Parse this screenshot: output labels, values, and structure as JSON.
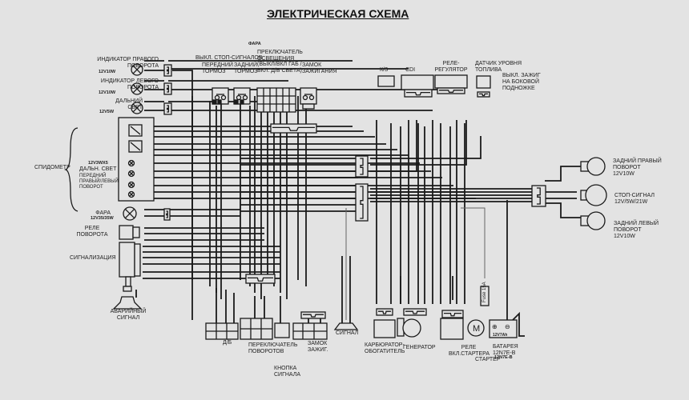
{
  "title": "ЭЛЕКТРИЧЕСКАЯ СХЕМА",
  "colors": {
    "background": "#e3e3e3",
    "wire": "#1a1a1a",
    "wire_thin": "#555555"
  },
  "components": {
    "right_turn_indicator": {
      "label": "ИНДИКАТОР ПРАВОГО\nПОВОРОТА",
      "rating": "12V10W",
      "icon": "lamp-icon"
    },
    "left_turn_indicator": {
      "label": "ИНДИКАТОР ЛЕВОГО\nПОВОРОТА",
      "rating": "12V10W",
      "icon": "lamp-icon"
    },
    "high_beam": {
      "label": "ДАЛЬНИЙ\nСВЕТ",
      "rating": "12V5W",
      "icon": "lamp-icon"
    },
    "speedometer": {
      "label": "СПИДОМЕТР",
      "rating": "12V3Wx5",
      "sub1": "ДАЛЬН. СВЕТ",
      "sub2": "ПЕРЕДНИЙ\nПРАВЫЙ/ЛЕВЫЙ\nПОВОРОТ"
    },
    "headlight": {
      "label": "ФАРА",
      "rating": "12V35/35W",
      "icon": "lamp-icon"
    },
    "turn_relay": {
      "label": "РЕЛЕ\nПОВОРОТА"
    },
    "alarm": {
      "label": "СИГНАЛИЗАЦИЯ"
    },
    "alarm_siren": {
      "label": "АВАРИЙНЫЙ\nСИГНАЛ",
      "icon": "siren-icon"
    },
    "stop_switches": {
      "label": "ВЫКЛ. СТОП-СИГНАЛОВ"
    },
    "front_brake": {
      "label": "ПЕРЕДНИЙ\nТОРМОЗ",
      "icon": "switch-icon"
    },
    "rear_brake": {
      "label": "ЗАДНИЙ\nТОРМОЗ",
      "icon": "switch-icon"
    },
    "headlamp_top": {
      "label": "ФАРА"
    },
    "light_switch": {
      "label": "ПРЕКЛЮЧАТЕЛЬ\nОСВЕЩЕНИЯ\n(ВЫКЛ/ВКЛ ГАБ /\nВКЛ. Д/Б СВЕТА)"
    },
    "ignition_lock_top": {
      "label": "ЗАМОК\nЗАЖИГАНИЯ",
      "icon": "switch-icon"
    },
    "kz": {
      "label": "К/З"
    },
    "cdi": {
      "label": "CDI",
      "inner": "CDI"
    },
    "regulator": {
      "label": "РЕЛЕ-\nРЕГУЛЯТОР"
    },
    "fuel_sensor": {
      "label": "ДАТЧИК УРОВНЯ\nТОПЛИВА"
    },
    "side_stand": {
      "label": "ВЫКЛ. ЗАЖИГ\nНА БОКОВОЙ\nПОДНОЖКЕ"
    },
    "rear_right_turn": {
      "label": "ЗАДНИЙ ПРАВЫЙ\nПОВОРОТ\n12V10W",
      "icon": "bulb-icon"
    },
    "stop_signal": {
      "label": "СТОП-СИГНАЛ\n12V/5W/21W",
      "icon": "bulb-icon"
    },
    "rear_left_turn": {
      "label": "ЗАДНИЙ ЛЕВЫЙ\nПОВОРОТ\n12V10W",
      "icon": "bulb-icon"
    },
    "dimmer": {
      "label": "Д/Б"
    },
    "turn_switch": {
      "label": "ПЕРЕКЛЮЧАТЕЛЬ\nПОВОРОТОВ"
    },
    "horn_button": {
      "label": "КНОПКА\nСИГНАЛА"
    },
    "ignition_lock_bottom": {
      "label": "ЗАМОК\nЗАЖИГ."
    },
    "horn": {
      "label": "СИГНАЛ",
      "icon": "horn-icon"
    },
    "carb_heater": {
      "label": "КАРБЮРАТОР-\nОБОГАТИТЕЛЬ"
    },
    "generator": {
      "label": "ГЕНЕРАТОР"
    },
    "starter_relay": {
      "label": "РЕЛЕ\nВКЛ.СТАРТЕРА"
    },
    "starter": {
      "label": "СТАРТЕР",
      "icon": "motor-icon",
      "inner": "M"
    },
    "battery": {
      "label": "БАТАРЕЯ\n12N7E-B",
      "model": "12N7E-B",
      "inner": "12V7Ah",
      "plus": "⊕",
      "minus": "⊖"
    },
    "fuse": {
      "label": "Fuse 15A"
    }
  }
}
